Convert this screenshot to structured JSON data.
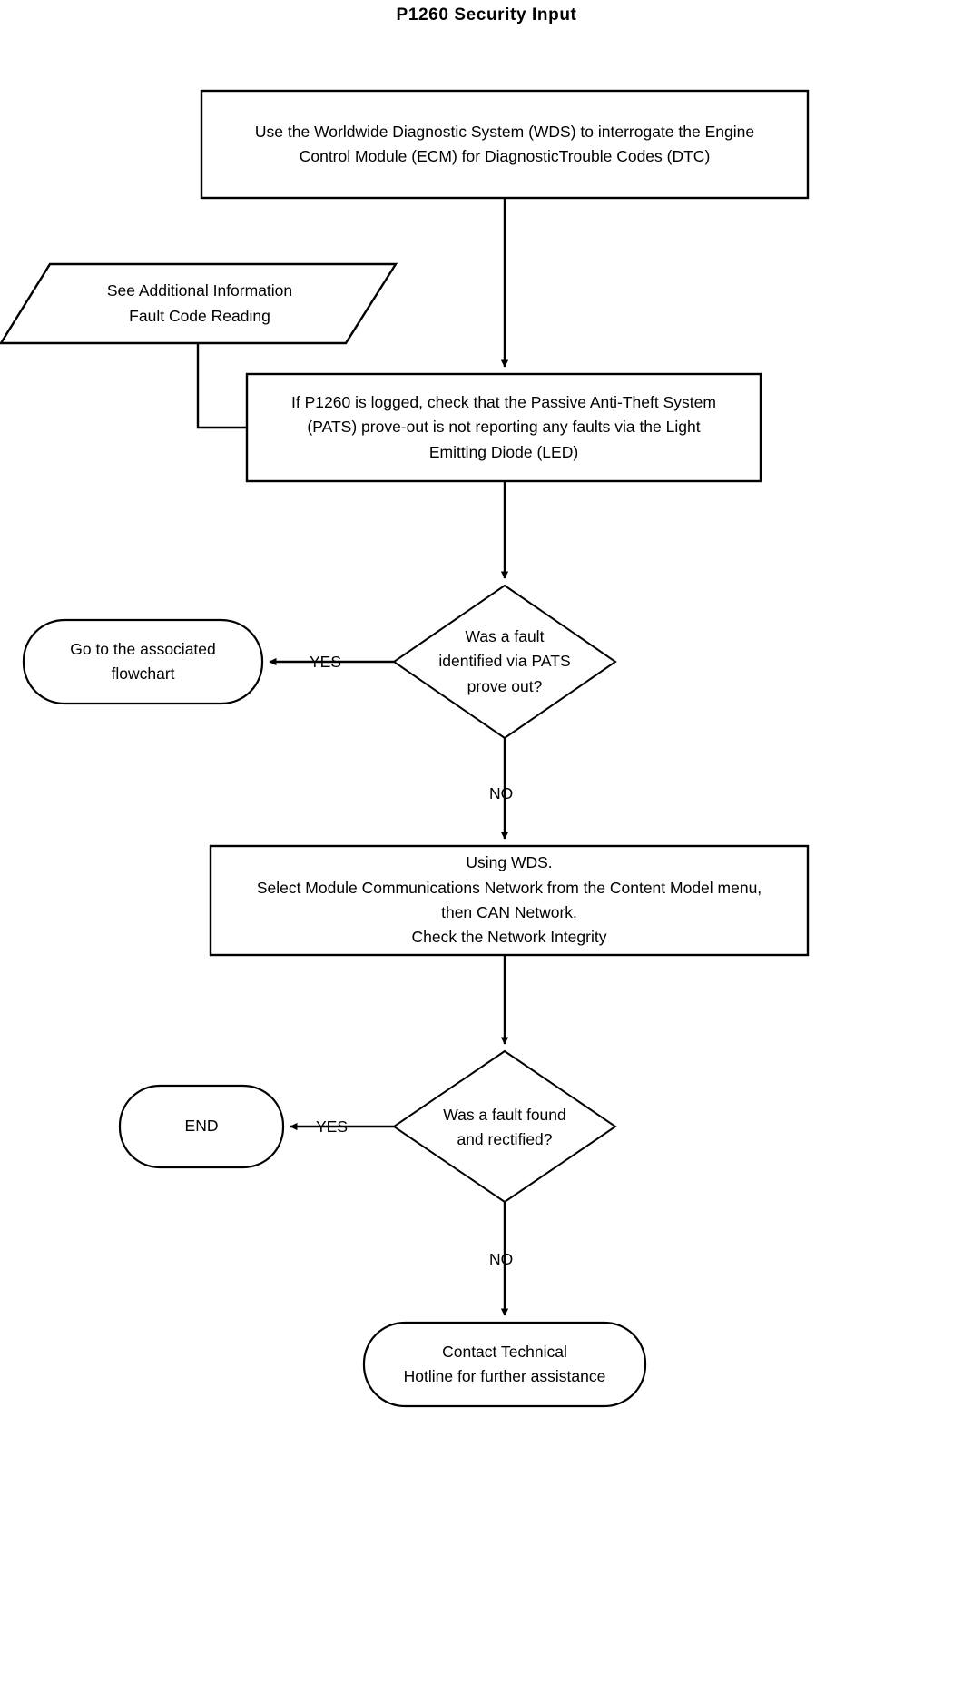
{
  "diagram": {
    "title": "P1260 Security Input",
    "type": "flowchart",
    "orientation": "top-to-bottom",
    "background_color": "#ffffff",
    "line_color": "#000000",
    "text_color": "#000000",
    "nodes": [
      {
        "id": "n1",
        "shape": "process",
        "lines": [
          "Use the Worldwide Diagnostic System (WDS) to interrogate the Engine",
          "Control Module (ECM) for DiagnosticTrouble Codes (DTC)"
        ]
      },
      {
        "id": "n2",
        "shape": "parallelogram",
        "lines": [
          "See Additional Information",
          "Fault Code Reading"
        ]
      },
      {
        "id": "n3",
        "shape": "process",
        "lines": [
          "If P1260 is logged, check that the Passive Anti-Theft System",
          "(PATS) prove-out is not reporting any faults via the Light",
          "Emitting Diode (LED)"
        ]
      },
      {
        "id": "n4",
        "shape": "decision",
        "lines": [
          "Was a fault",
          "identified via PATS",
          "prove out?"
        ]
      },
      {
        "id": "n5",
        "shape": "terminator",
        "lines": [
          "Go to the associated",
          "flowchart"
        ]
      },
      {
        "id": "n6",
        "shape": "process",
        "lines": [
          "Using WDS.",
          "Select Module Communications Network from the Content Model menu,",
          "then CAN Network.",
          "Check the Network Integrity"
        ]
      },
      {
        "id": "n7",
        "shape": "decision",
        "lines": [
          "Was a fault found",
          "and rectified?"
        ]
      },
      {
        "id": "n8",
        "shape": "terminator",
        "lines": [
          "END"
        ]
      },
      {
        "id": "n9",
        "shape": "terminator",
        "lines": [
          "Contact Technical",
          "Hotline for further assistance"
        ]
      }
    ],
    "edge_labels": [
      {
        "id": "e1",
        "text": "YES",
        "from": "n4",
        "to": "n5"
      },
      {
        "id": "e2",
        "text": "NO",
        "from": "n4",
        "to": "n6"
      },
      {
        "id": "e3",
        "text": "YES",
        "from": "n7",
        "to": "n8"
      },
      {
        "id": "e4",
        "text": "NO",
        "from": "n7",
        "to": "n9"
      }
    ]
  }
}
